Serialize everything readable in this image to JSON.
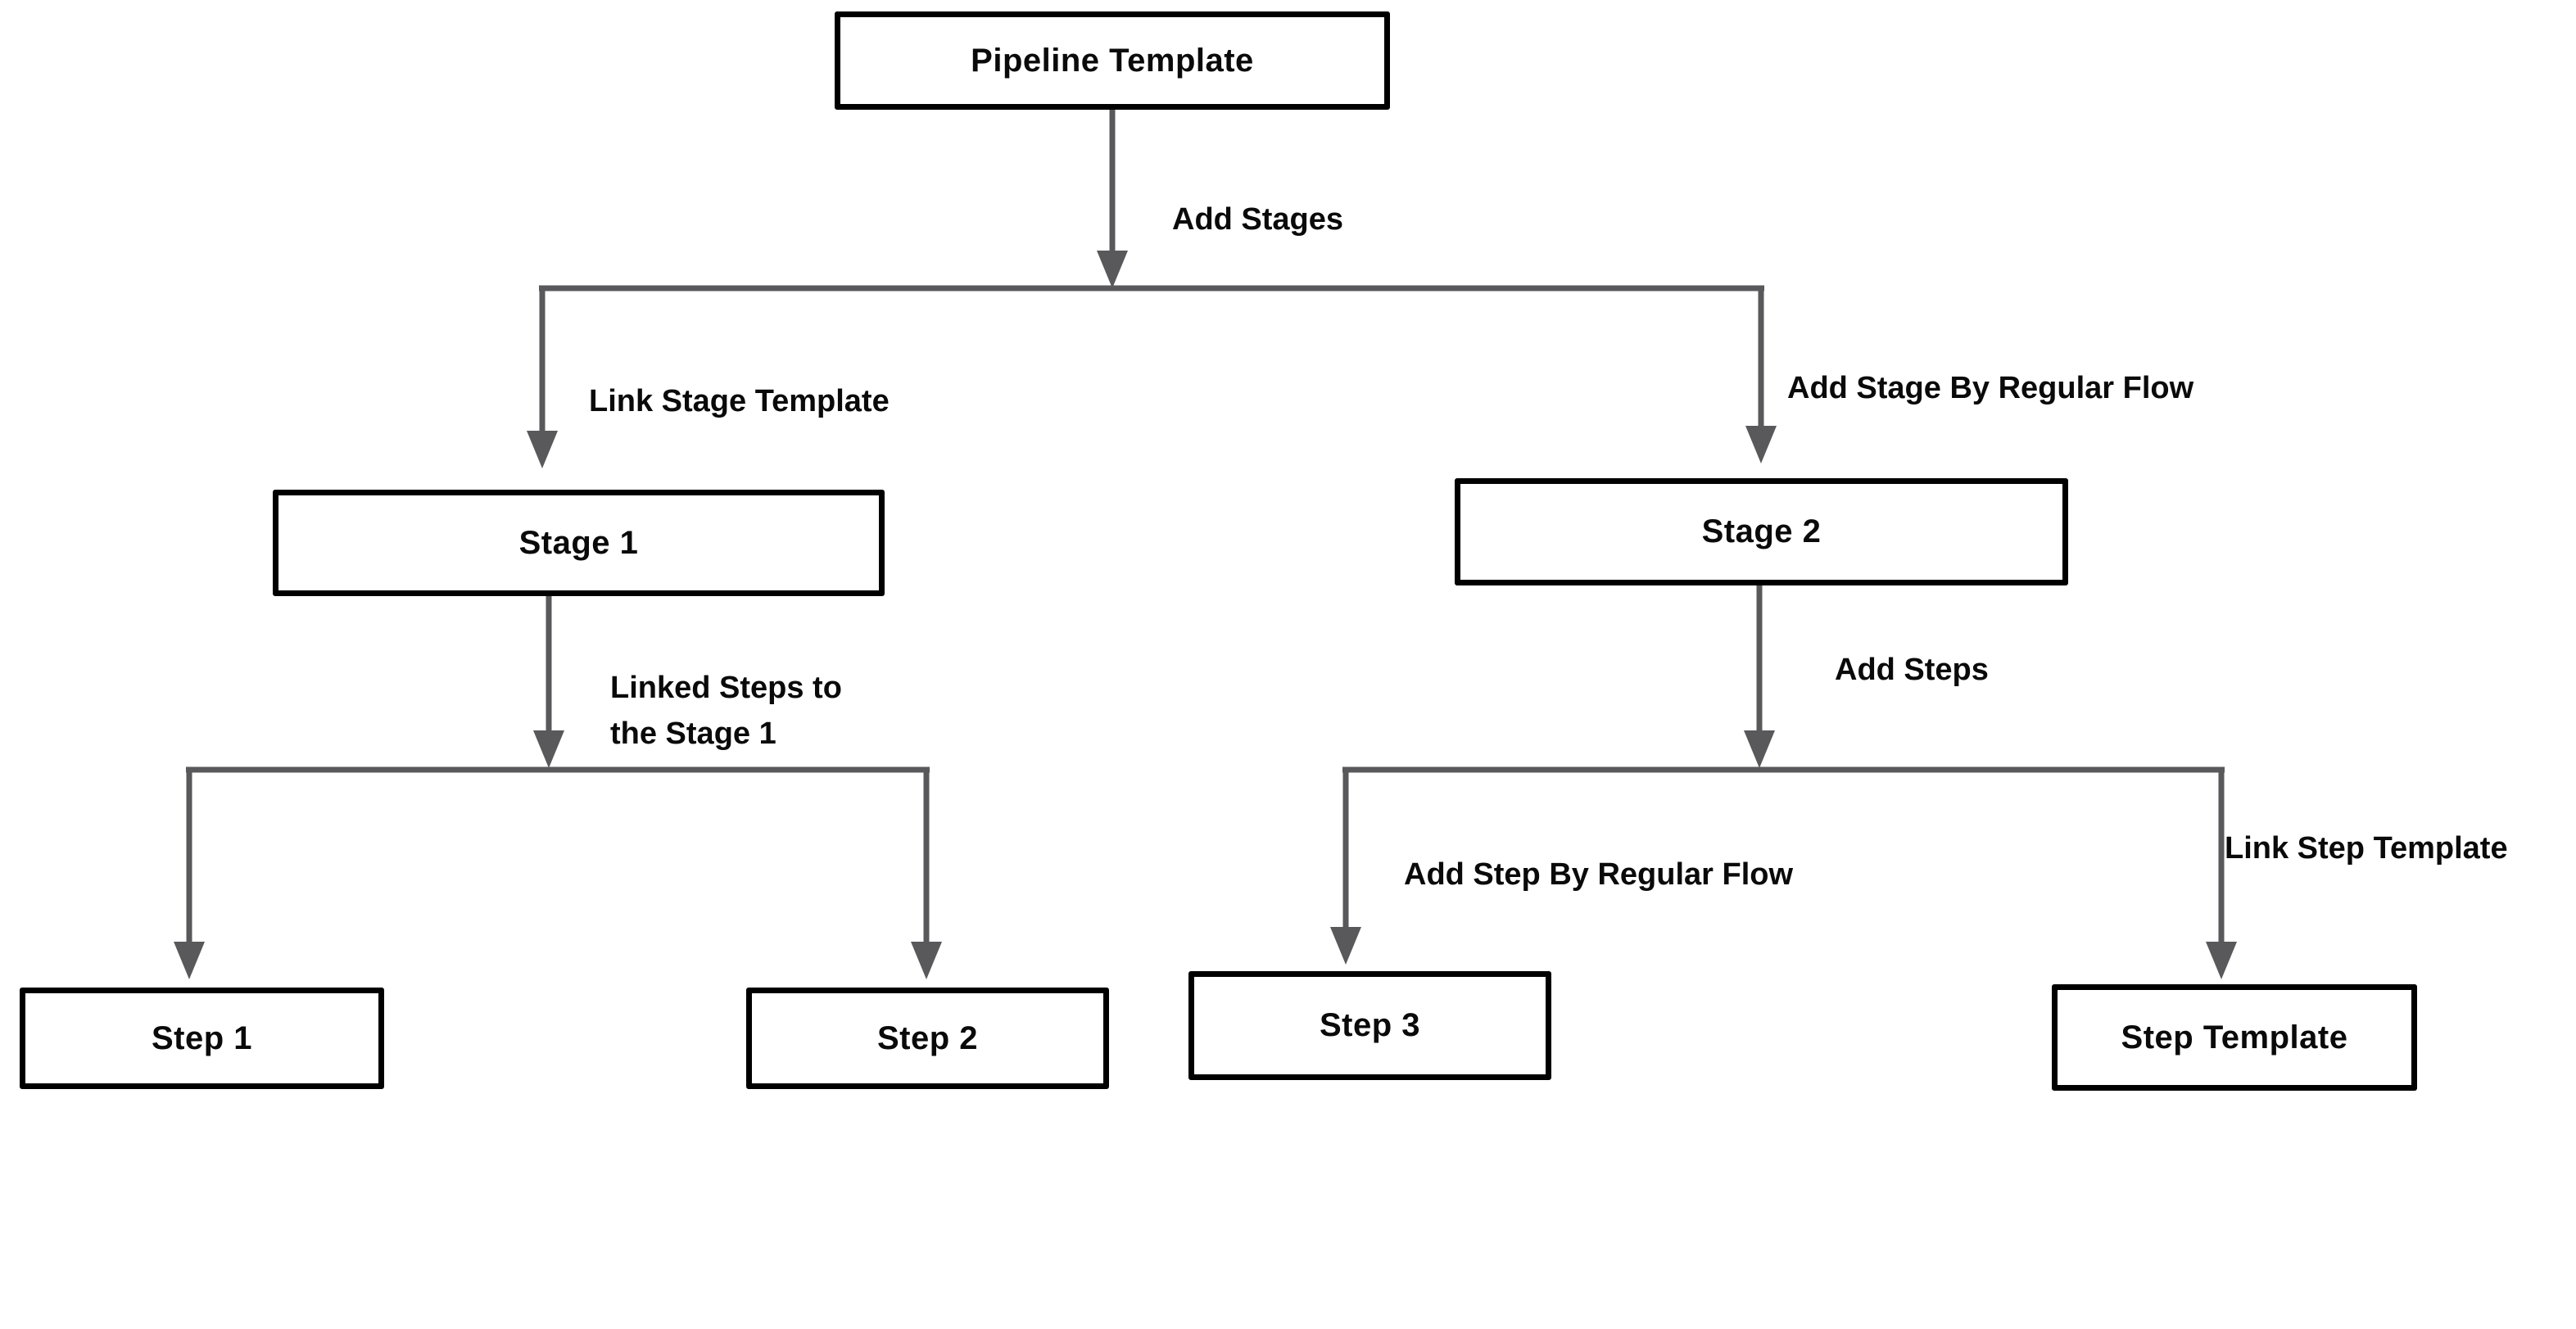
{
  "diagram": {
    "background_color": "#ffffff",
    "colors": {
      "box_border": "#000000",
      "arrow": "#59595b",
      "text": "#0a0a0a"
    },
    "nodes": {
      "pipeline_template": {
        "label": "Pipeline Template"
      },
      "stage1": {
        "label": "Stage 1"
      },
      "stage2": {
        "label": "Stage 2"
      },
      "step1": {
        "label": "Step 1"
      },
      "step2": {
        "label": "Step 2"
      },
      "step3": {
        "label": "Step 3"
      },
      "step_template": {
        "label": "Step Template"
      }
    },
    "edge_labels": {
      "add_stages": "Add Stages",
      "link_stage_template": "Link Stage Template",
      "add_stage_by_regular_flow": "Add Stage By Regular Flow",
      "linked_steps_lines": [
        "Linked Steps to",
        "the Stage 1"
      ],
      "add_steps": "Add Steps",
      "add_step_by_regular_flow": "Add Step By Regular Flow",
      "link_step_template": "Link Step Template"
    }
  }
}
